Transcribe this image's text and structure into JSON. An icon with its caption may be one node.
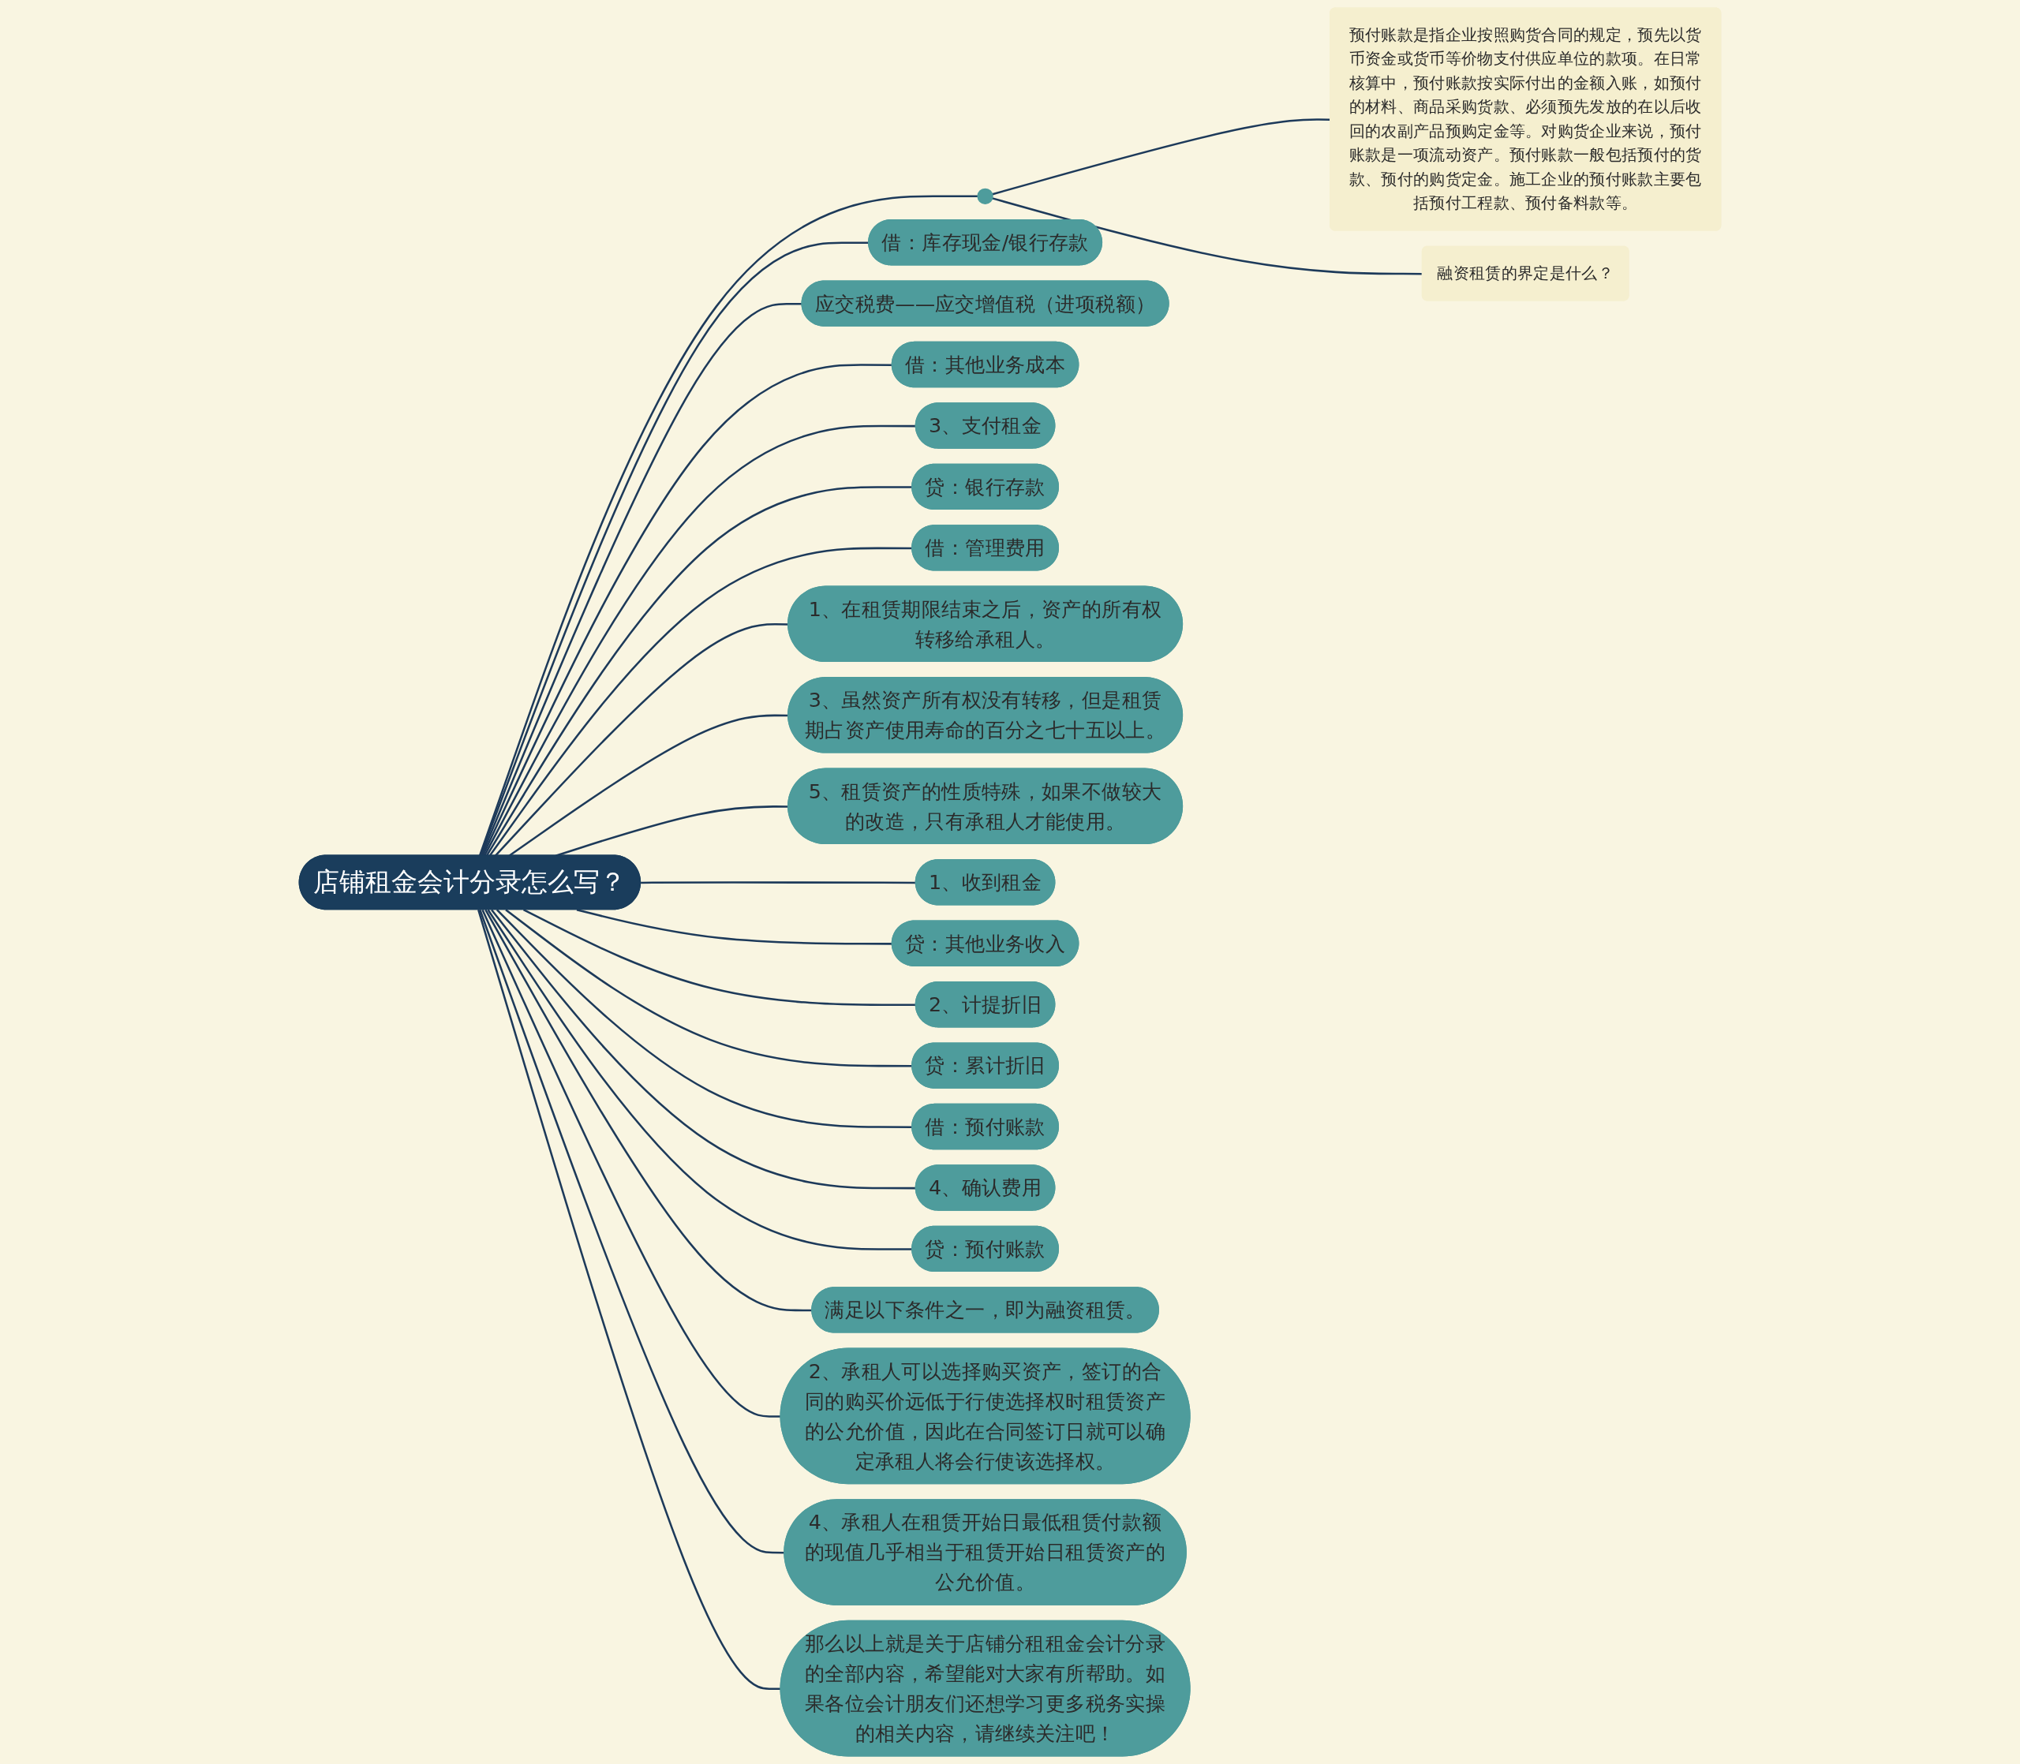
{
  "diagram": {
    "nodes": [
      {
        "text": [
          "店铺租金会计分录怎么写？"
        ]
      },
      {
        "text": [
          "借：库存现金/银行存款"
        ]
      },
      {
        "text": [
          "应交税费——应交增值税（进项税额）"
        ]
      },
      {
        "text": [
          "借：其他业务成本"
        ]
      },
      {
        "text": [
          "3、支付租金"
        ]
      },
      {
        "text": [
          "贷：银行存款"
        ]
      },
      {
        "text": [
          "借：管理费用"
        ]
      },
      {
        "text": [],
        "shape": "circle"
      },
      {
        "text": [
          "预付账款是指企业按照购货合同的规定，预先以货币资金或货币等价物支付供应单位的款项。在日常核算中，预付账款按实际付出的金额入账，如预付的材料、商品采购货款、必须预先发放的在以后收回的农副产品预购定金等。对购货企业来说，预付账款是一项流动资产。预付账款一般包括预付的货款、预付的购货定金。施工企业的预付账款主要包括预付工程款、预付备料款等。"
        ]
      },
      {
        "text": [
          "融资租赁的界定是什么？"
        ]
      },
      {
        "text": [
          "1、在租赁期限结束之后，资产的所有权转移给承租人。"
        ]
      },
      {
        "text": [
          "3、虽然资产所有权没有转移，但是租赁期占资产使用寿命的百分之七十五以上。"
        ]
      },
      {
        "text": [
          "5、租赁资产的性质特殊，如果不做较大的改造，只有承租人才能使用。"
        ]
      },
      {
        "text": [
          "1、收到租金"
        ]
      },
      {
        "text": [
          "贷：其他业务收入"
        ]
      },
      {
        "text": [
          "2、计提折旧"
        ]
      },
      {
        "text": [
          "贷：累计折旧"
        ]
      },
      {
        "text": [
          "借：预付账款"
        ]
      },
      {
        "text": [
          "4、确认费用"
        ]
      },
      {
        "text": [
          "贷：预付账款"
        ]
      },
      {
        "text": [
          "满足以下条件之一，即为融资租赁。"
        ]
      },
      {
        "text": [
          "2、承租人可以选择购买资产，签订的合同的购买价远低于行使选择权时租赁资产的公允价值，因此在合同签订日就可以确定承租人将会行使该选择权。"
        ]
      },
      {
        "text": [
          "4、承租人在租赁开始日最低租赁付款额的现值几乎相当于租赁开始日租赁资产的公允价值。"
        ]
      },
      {
        "text": [
          "那么以上就是关于店铺分租租金会计分录的全部内容，希望能对大家有所帮助。如果各位会计朋友们还想学习更多税务实操的相关内容，请继续关注吧！"
        ]
      }
    ],
    "edges": [
      {
        "from": 0,
        "to": 1,
        "arrow": "none"
      },
      {
        "from": 0,
        "to": 2,
        "arrow": "none"
      },
      {
        "from": 0,
        "to": 3,
        "arrow": "none"
      },
      {
        "from": 0,
        "to": 4,
        "arrow": "none"
      },
      {
        "from": 0,
        "to": 5,
        "arrow": "none"
      },
      {
        "from": 0,
        "to": 6,
        "arrow": "none"
      },
      {
        "from": 0,
        "to": 7,
        "arrow": "none"
      },
      {
        "from": 7,
        "to": 8,
        "arrow": "none"
      },
      {
        "from": 7,
        "to": 9,
        "arrow": "none"
      },
      {
        "from": 0,
        "to": 10,
        "arrow": "none"
      },
      {
        "from": 0,
        "to": 11,
        "arrow": "none"
      },
      {
        "from": 0,
        "to": 12,
        "arrow": "none"
      },
      {
        "from": 0,
        "to": 13,
        "arrow": "none"
      },
      {
        "from": 0,
        "to": 14,
        "arrow": "none"
      },
      {
        "from": 0,
        "to": 15,
        "arrow": "none"
      },
      {
        "from": 0,
        "to": 16,
        "arrow": "none"
      },
      {
        "from": 0,
        "to": 17,
        "arrow": "none"
      },
      {
        "from": 0,
        "to": 18,
        "arrow": "none"
      },
      {
        "from": 0,
        "to": 19,
        "arrow": "none"
      },
      {
        "from": 0,
        "to": 20,
        "arrow": "none"
      },
      {
        "from": 0,
        "to": 21,
        "arrow": "none"
      },
      {
        "from": 0,
        "to": 22,
        "arrow": "none"
      },
      {
        "from": 0,
        "to": 23,
        "arrow": "none"
      }
    ]
  }
}
